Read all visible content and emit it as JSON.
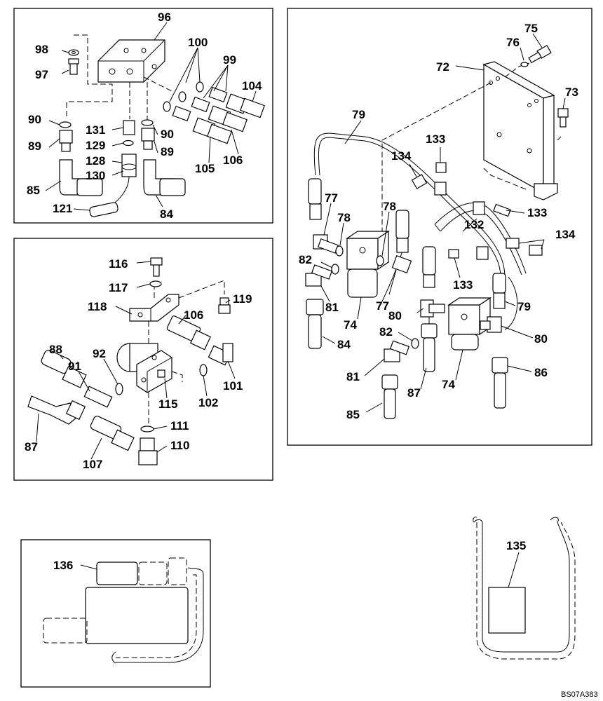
{
  "drawing_code": "BS07A383",
  "callouts": {
    "c96": "96",
    "c98": "98",
    "c97": "97",
    "c100": "100",
    "c99": "99",
    "c104": "104",
    "c90a": "90",
    "c89a": "89",
    "c131": "131",
    "c129": "129",
    "c90b": "90",
    "c89b": "89",
    "c128": "128",
    "c130": "130",
    "c105": "105",
    "c106a": "106",
    "c85a": "85",
    "c84a": "84",
    "c121": "121",
    "c116": "116",
    "c117": "117",
    "c119": "119",
    "c118": "118",
    "c106b": "106",
    "c88": "88",
    "c92": "92",
    "c91": "91",
    "c115": "115",
    "c102": "102",
    "c101": "101",
    "c87a": "87",
    "c111": "111",
    "c110": "110",
    "c107": "107",
    "c75": "75",
    "c76": "76",
    "c72": "72",
    "c73": "73",
    "c79a": "79",
    "c133a": "133",
    "c134a": "134",
    "c77a": "77",
    "c78a": "78",
    "c78b": "78",
    "c133b": "133",
    "c132": "132",
    "c134b": "134",
    "c82a": "82",
    "c133c": "133",
    "c81a": "81",
    "c77b": "77",
    "c79b": "79",
    "c80a": "80",
    "c74a": "74",
    "c84b": "84",
    "c82b": "82",
    "c80b": "80",
    "c81b": "81",
    "c87b": "87",
    "c74b": "74",
    "c86": "86",
    "c85b": "85",
    "c136": "136",
    "c135": "135"
  }
}
